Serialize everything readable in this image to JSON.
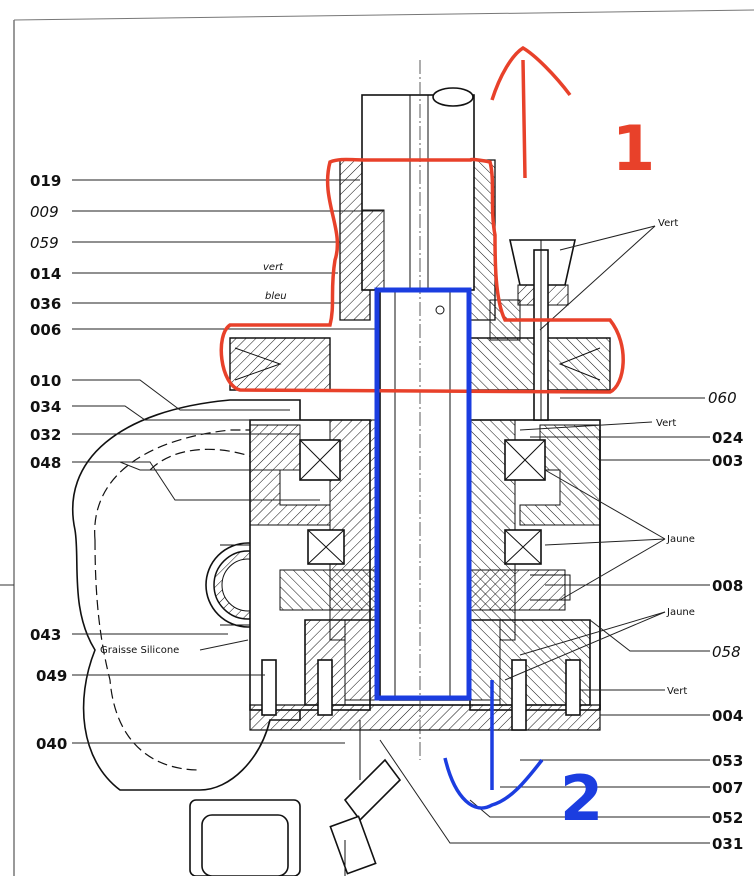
{
  "part_labels_left": [
    "019",
    "009",
    "059",
    "014",
    "036",
    "006",
    "010",
    "034",
    "032",
    "048",
    "043",
    "049",
    "040"
  ],
  "part_labels_right": [
    "060",
    "024",
    "003",
    "008",
    "058",
    "004",
    "053",
    "007",
    "052",
    "031"
  ],
  "color_notes": {
    "vert_top": "Vert",
    "vert_small": "vert",
    "bleu": "bleu",
    "vert_mid": "Vert",
    "jaune_1": "Jaune",
    "jaune_2": "Jaune",
    "vert_bottom": "Vert"
  },
  "graisse": "Graisse Silicone",
  "markers": {
    "red": "1",
    "blue": "2"
  },
  "colors": {
    "red": "#e8412a",
    "blue": "#1b3de0",
    "hatch": "#111111"
  }
}
